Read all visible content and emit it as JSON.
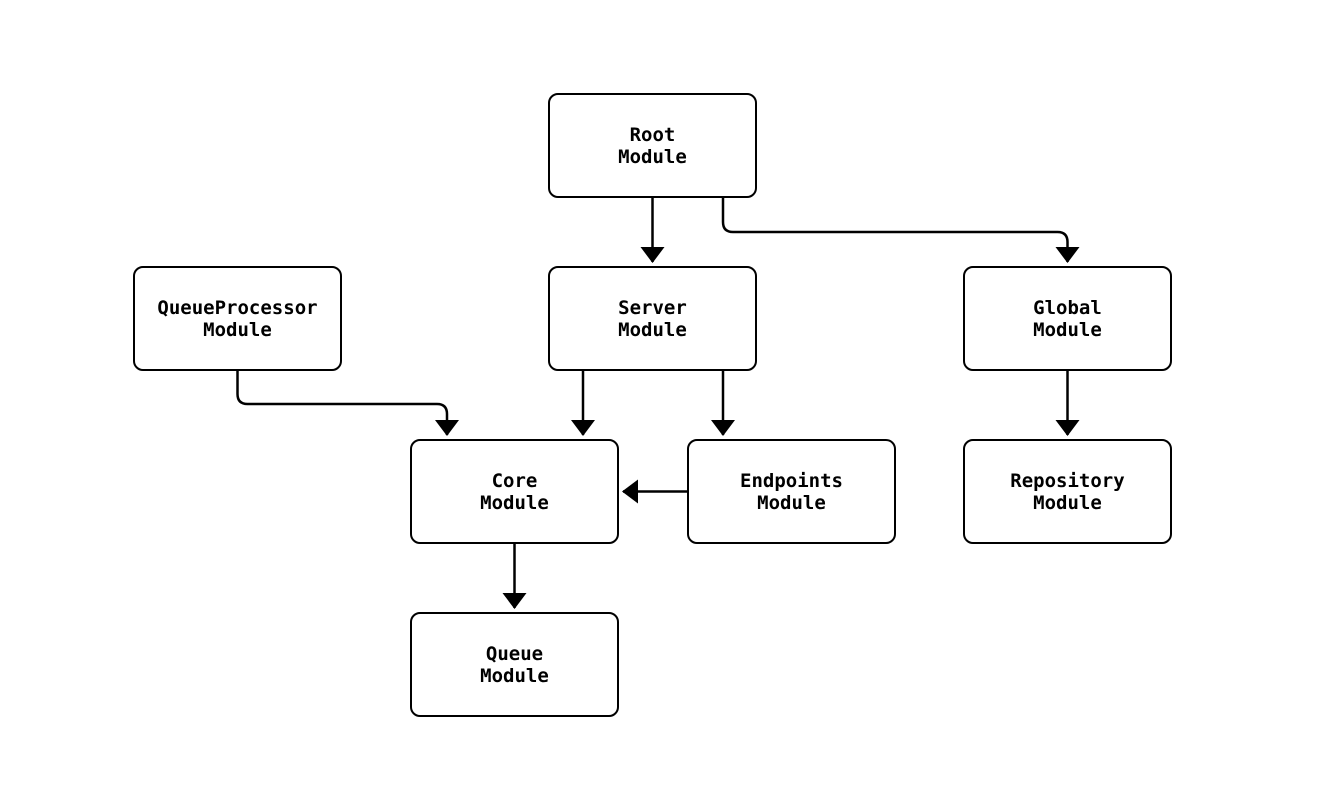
{
  "diagram": {
    "type": "module-dependency-graph",
    "background_color": "#ffffff",
    "node_fill": "#ffffff",
    "node_border_color": "#000000",
    "edge_color": "#000000",
    "text_color": "#000000",
    "nodes": [
      {
        "id": "root",
        "label": "Root\nModule"
      },
      {
        "id": "queueprocessor",
        "label": "QueueProcessor\nModule"
      },
      {
        "id": "server",
        "label": "Server\nModule"
      },
      {
        "id": "global",
        "label": "Global\nModule"
      },
      {
        "id": "core",
        "label": "Core\nModule"
      },
      {
        "id": "endpoints",
        "label": "Endpoints\nModule"
      },
      {
        "id": "repository",
        "label": "Repository\nModule"
      },
      {
        "id": "queue",
        "label": "Queue\nModule"
      }
    ],
    "edges": [
      {
        "from": "root",
        "to": "server"
      },
      {
        "from": "root",
        "to": "global"
      },
      {
        "from": "queueprocessor",
        "to": "core"
      },
      {
        "from": "server",
        "to": "core"
      },
      {
        "from": "server",
        "to": "endpoints"
      },
      {
        "from": "endpoints",
        "to": "core"
      },
      {
        "from": "global",
        "to": "repository"
      },
      {
        "from": "core",
        "to": "queue"
      }
    ]
  }
}
